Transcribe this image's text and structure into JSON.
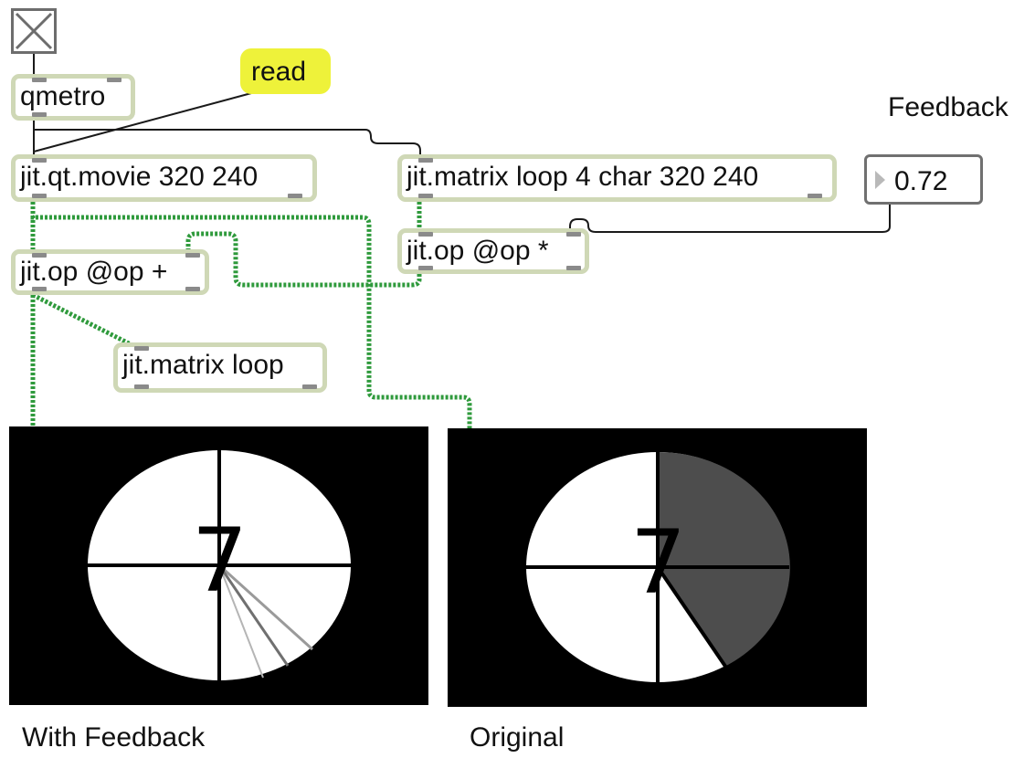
{
  "patcher": {
    "toggle": {
      "icon": "toggle-x-icon"
    },
    "objects": {
      "qmetro": "qmetro",
      "movie": "jit.qt.movie 320 240",
      "matrix_loop_big": "jit.matrix loop 4 char 320 240",
      "op_mult": "jit.op @op *",
      "op_add": "jit.op @op +",
      "matrix_loop_small": "jit.matrix loop"
    },
    "read_message": "read",
    "feedback_label": "Feedback",
    "feedback_value": "0.72",
    "screens": {
      "feedback_caption": "With Feedback",
      "original_caption": "Original",
      "countdown_digit": "7"
    }
  },
  "colors": {
    "object_border": "#cfd8b6",
    "message_fill": "#eef23a",
    "matrix_cord": "#2f9a3c",
    "control_cord": "#1a1a1a",
    "screen_background": "#000000",
    "sweep_fill": "#4d4d4d"
  }
}
